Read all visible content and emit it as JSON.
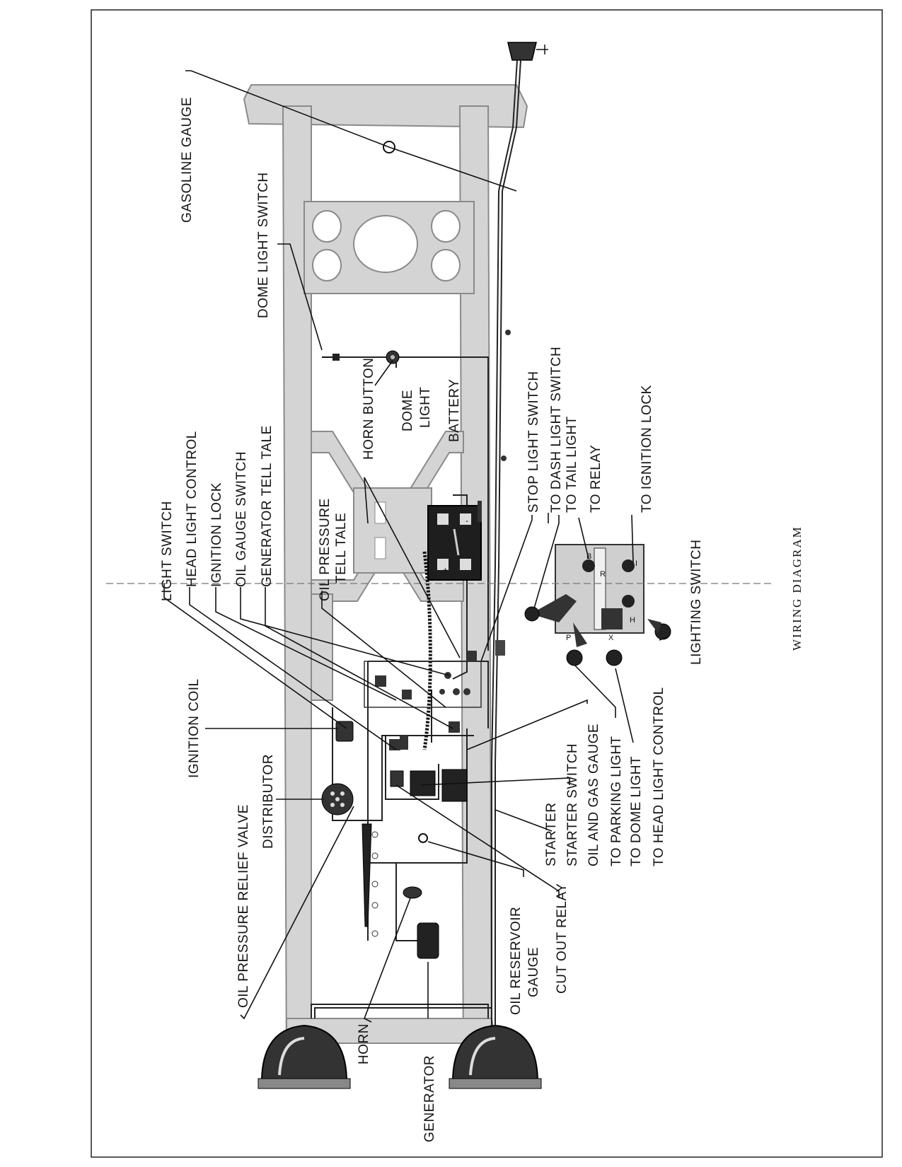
{
  "diagram": {
    "caption": "WIRING DIAGRAM",
    "labels": {
      "gasoline_gauge": "GASOLINE GAUGE",
      "dome_light_switch": "DOME LIGHT SWITCH",
      "horn_button": "HORN BUTTON",
      "dome_light": [
        "DOME",
        "LIGHT"
      ],
      "battery": "BATTERY",
      "stop_light_switch": "STOP LIGHT SWITCH",
      "to_dash_light_switch": "TO DASH LIGHT SWITCH",
      "to_tail_light": "TO TAIL LIGHT",
      "to_relay": "TO RELAY",
      "to_ignition_lock": "TO IGNITION LOCK",
      "light_switch": "LIGHT SWITCH",
      "head_light_control": "HEAD LIGHT CONTROL",
      "ignition_lock": "IGNITION LOCK",
      "oil_gauge_switch": "OIL GAUGE SWITCH",
      "generator_tell_tale": "GENERATOR TELL TALE",
      "oil_pressure_tell_tale": [
        "OIL PRESSURE",
        "TELL TALE"
      ],
      "ignition_coil": "IGNITION COIL",
      "distributor": "DISTRIBUTOR",
      "oil_pressure_relief_valve": "OIL PRESSURE RELIEF VALVE",
      "horn": "HORN",
      "generator": "GENERATOR",
      "oil_reservoir_gauge": [
        "OIL RESERVOIR",
        "GAUGE"
      ],
      "cut_out_relay": "CUT OUT RELAY",
      "starter": "STARTER",
      "starter_switch": "STARTER SWITCH",
      "oil_and_gas_gauge": "OIL AND GAS GAUGE",
      "to_parking_light": "TO PARKING LIGHT",
      "to_dome_light": "TO DOME LIGHT",
      "to_head_light_control": "TO HEAD LIGHT CONTROL",
      "lighting_switch": "LIGHTING SWITCH"
    },
    "terminal_letters": {
      "b": "B",
      "r": "R",
      "i": "I",
      "p": "P",
      "x": "X",
      "h": "H"
    },
    "battery_signs": {
      "plus": "+",
      "minus": "-"
    }
  }
}
